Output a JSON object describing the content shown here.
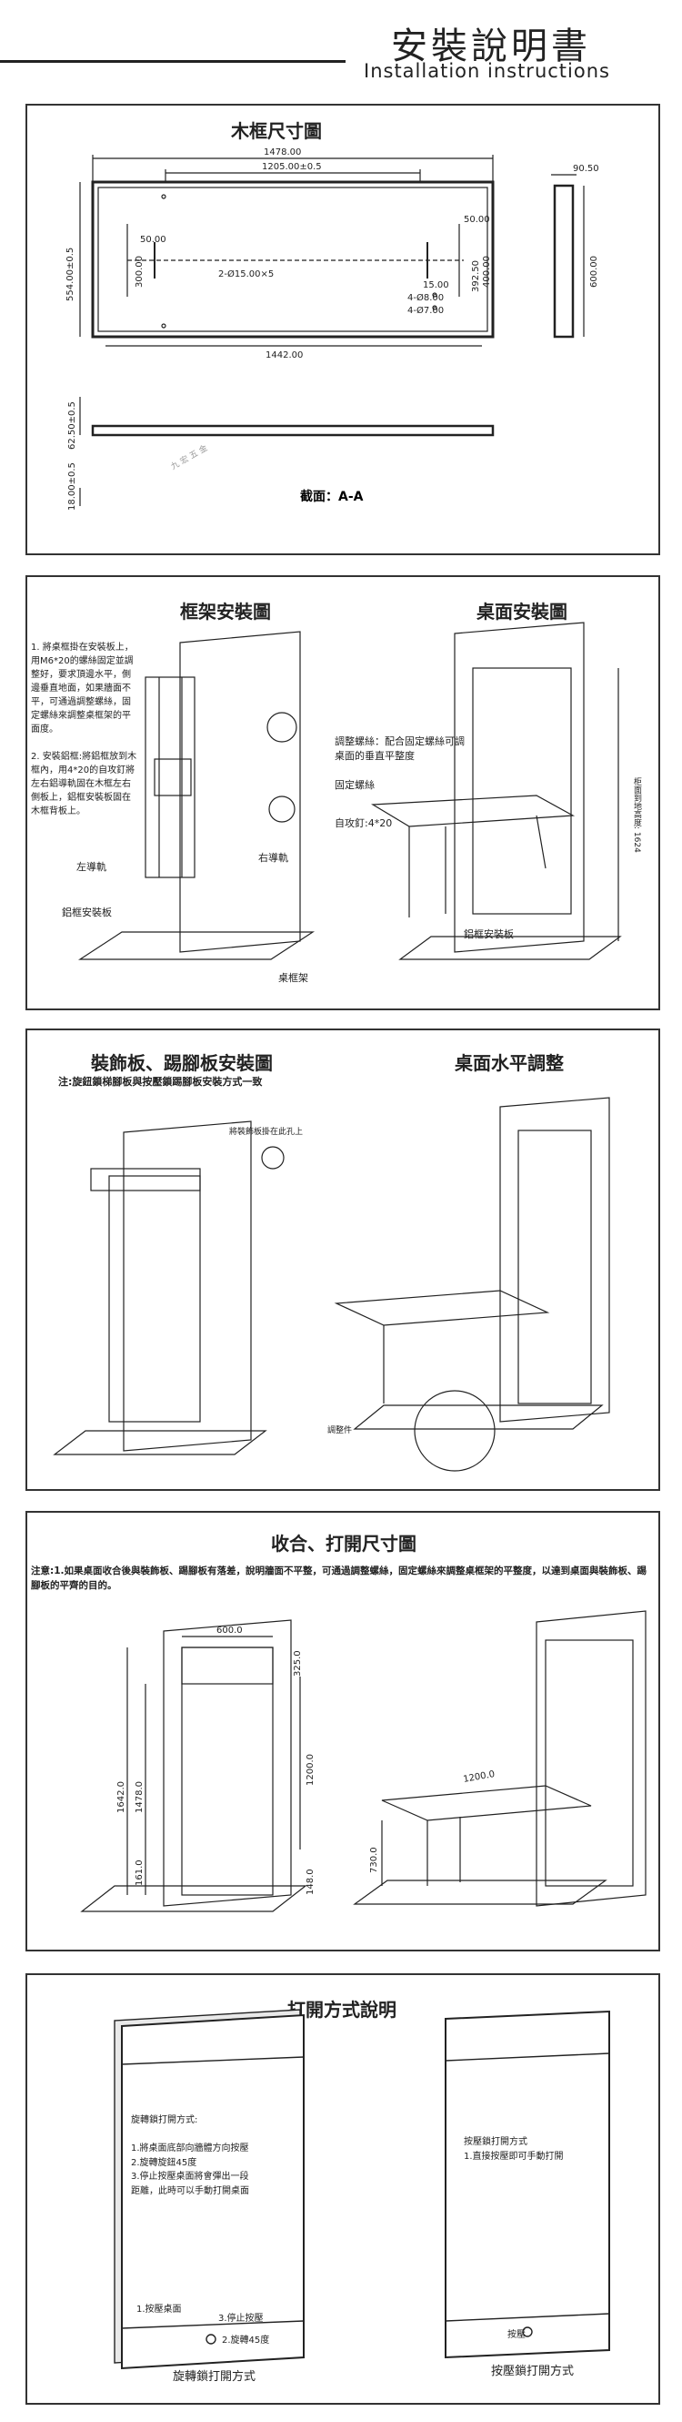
{
  "header": {
    "title": "安裝說明書",
    "subtitle": "Installation instructions"
  },
  "s1": {
    "title": "木框尺寸圖",
    "dims": {
      "d1478": "1478.00",
      "d1205": "1205.00±0.5",
      "d1442": "1442.00",
      "d554": "554.00±0.5",
      "d50a": "50.00",
      "d50b": "50.00",
      "d300": "300.00",
      "d15": "15.00",
      "d2015": "2-Ø15.00×5",
      "d4_7": "4-Ø7.00",
      "d4_8": "4-Ø8.00",
      "d90": "90.50",
      "d600": "600.00",
      "d3925": "392.50",
      "d4000": "400.00",
      "d6250": "62.50±0.5",
      "d18": "18.00±0.5"
    },
    "section": "截面：A-A"
  },
  "s2": {
    "title_left": "框架安裝圖",
    "title_right": "桌面安裝圖",
    "note": "1. 將桌框掛在安裝板上，用M6*20的螺絲固定並調整好，要求頂邊水平，側邊垂直地面，如果牆面不平，可通過調整螺絲，固定螺絲來調整桌框架的平面度。\n\n2. 安裝鋁框:將鋁框放到木框內，用4*20的自攻釘將左右鋁導軌固在木框左右側板上，鋁框安裝板固在木框背板上。",
    "labels": {
      "adjust": "調整螺絲：配合固定螺絲可調桌面的垂直平整度",
      "fix": "固定螺絲",
      "tap": "自攻釘:4*20",
      "right_rail": "右導軌",
      "left_rail": "左導軌",
      "al_plate": "鋁框安裝板",
      "frame": "桌框架",
      "al_plate2": "鋁框安裝板",
      "height": "柜面到地高度: 1624"
    }
  },
  "s3": {
    "title_left": "裝飾板、踢腳板安裝圖",
    "title_right": "桌面水平調整",
    "note": "注:旋鈕鎖梯腳板與按壓鎖踢腳板安裝方式一致",
    "labels": {
      "hook": "將裝飾板掛在此孔上",
      "adjust": "調整件"
    }
  },
  "s4": {
    "title": "收合、打開尺寸圖",
    "note": "注意:1.如果桌面收合後與裝飾板、踢腳板有落差，說明牆面不平整，可通過調整螺絲，固定螺絲來調整桌框架的平整度，以達到桌面與裝飾板、踢腳板的平齊的目的。",
    "dims": {
      "w600": "600.0",
      "h1642": "1642.0",
      "h1478": "1478.0",
      "h325": "325.0",
      "h1200": "1200.0",
      "h161": "161.0",
      "h148": "148.0",
      "w1200": "1200.0",
      "h730": "730.0"
    }
  },
  "s5": {
    "title": "打開方式說明",
    "left_text": "旋轉鎖打開方式:\n\n1.將桌面底部向牆體方向按壓\n2.旋轉旋鈕45度\n3.停止按壓桌面將會彈出一段\n   距離，此時可以手動打開桌面",
    "right_text": "按壓鎖打開方式\n1.直接按壓即可手動打開",
    "step1": "1.按壓桌面",
    "step2": "2.旋轉45度",
    "step3": "3.停止按壓",
    "press": "按壓",
    "cap_left": "旋轉鎖打開方式",
    "cap_right": "按壓鎖打開方式"
  },
  "watermark": "九 宏 五 金"
}
